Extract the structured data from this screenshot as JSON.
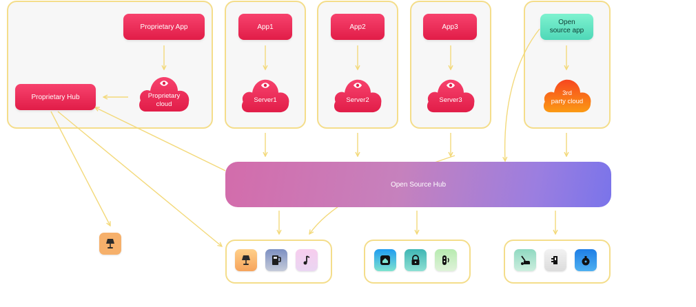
{
  "proprietary": {
    "app_label": "Proprietary App",
    "cloud_label": "Proprietary\ncloud",
    "hub_label": "Proprietary Hub"
  },
  "apps": [
    {
      "app_label": "App1",
      "server_label": "Server1"
    },
    {
      "app_label": "App2",
      "server_label": "Server2"
    },
    {
      "app_label": "App3",
      "server_label": "Server3"
    }
  ],
  "open_source": {
    "app_label": "Open\nsource app",
    "cloud_label": "3rd\nparty cloud",
    "hub_label": "Open Source Hub"
  },
  "devices": {
    "standalone": {
      "icon": "lamp-icon",
      "color": "#f6b06b"
    },
    "group1": [
      {
        "icon": "lamp-icon",
        "color": "#f6b06b"
      },
      {
        "icon": "coffee-maker-icon",
        "color": "#8fa1c9"
      },
      {
        "icon": "music-note-icon",
        "color": "#f0b2e6"
      }
    ],
    "group2": [
      {
        "icon": "home-hub-icon",
        "color": "#2fa6e8"
      },
      {
        "icon": "lock-icon",
        "color": "#5ec8c3"
      },
      {
        "icon": "remote-icon",
        "color": "#c6e8b8"
      }
    ],
    "group3": [
      {
        "icon": "vacuum-icon",
        "color": "#a7e2c9"
      },
      {
        "icon": "thermostat-icon",
        "color": "#e9e9e9"
      },
      {
        "icon": "robot-vacuum-icon",
        "color": "#2f89e8"
      }
    ]
  },
  "colors": {
    "accent_red": "#e11d48",
    "border_yellow": "#f4dd8a",
    "connector_yellow": "#f3d97a",
    "hub_gradient_start": "#d36cab",
    "hub_gradient_end": "#7a74ea",
    "third_party_cloud": "#f97316"
  }
}
